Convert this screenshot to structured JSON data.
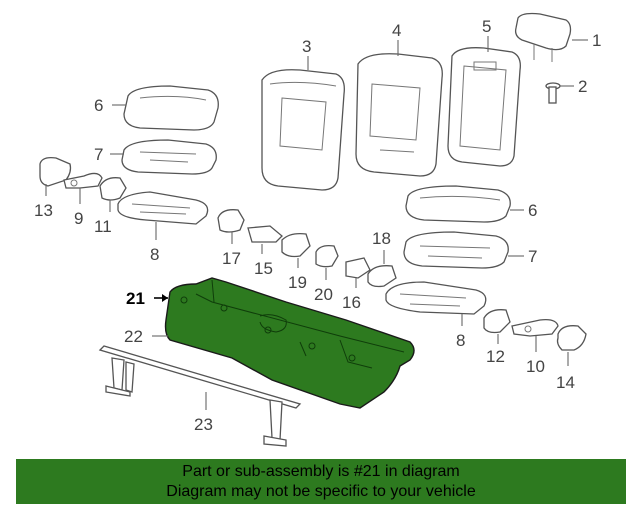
{
  "callouts": {
    "c1": "1",
    "c2": "2",
    "c3": "3",
    "c4": "4",
    "c5": "5",
    "c6a": "6",
    "c6b": "6",
    "c7a": "7",
    "c7b": "7",
    "c8a": "8",
    "c8b": "8",
    "c9": "9",
    "c10": "10",
    "c11": "11",
    "c12": "12",
    "c13": "13",
    "c14": "14",
    "c15": "15",
    "c16": "16",
    "c17": "17",
    "c18": "18",
    "c19": "19",
    "c20": "20",
    "c21": "21",
    "c22": "22",
    "c23": "23"
  },
  "highlight": {
    "part": "21",
    "color": "#2d7a1f"
  },
  "banner": {
    "line1": "Part or sub-assembly is #21 in diagram",
    "line2": "Diagram may not be specific to your vehicle"
  }
}
